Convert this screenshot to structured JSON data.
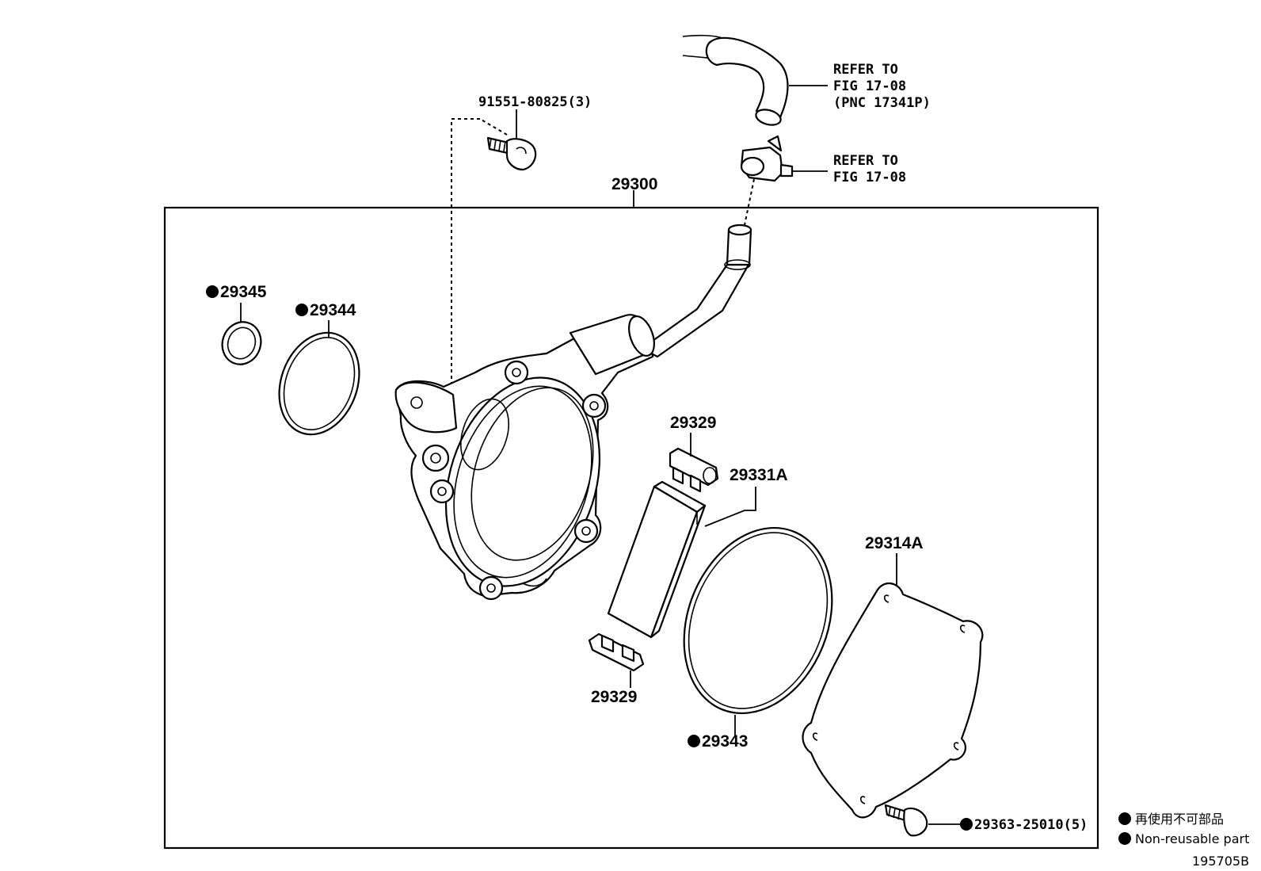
{
  "labels": {
    "bolt_top": "91551-80825(3)",
    "refer_hose_1": "REFER TO",
    "refer_hose_2": "FIG 17-08",
    "refer_hose_3": "(PNC 17341P)",
    "refer_clip_1": "REFER TO",
    "refer_clip_2": "FIG 17-08",
    "assembly": "29300",
    "oring_small": "29345",
    "oring_medium": "29344",
    "seal_top": "29329",
    "vane": "29331A",
    "seal_bottom": "29329",
    "oring_large": "29343",
    "cover": "29314A",
    "bolt_cover": "29363-25010(5)"
  },
  "legend": {
    "japanese": "再使用不可部品",
    "english": "Non-reusable part"
  },
  "figure_id": "195705B"
}
